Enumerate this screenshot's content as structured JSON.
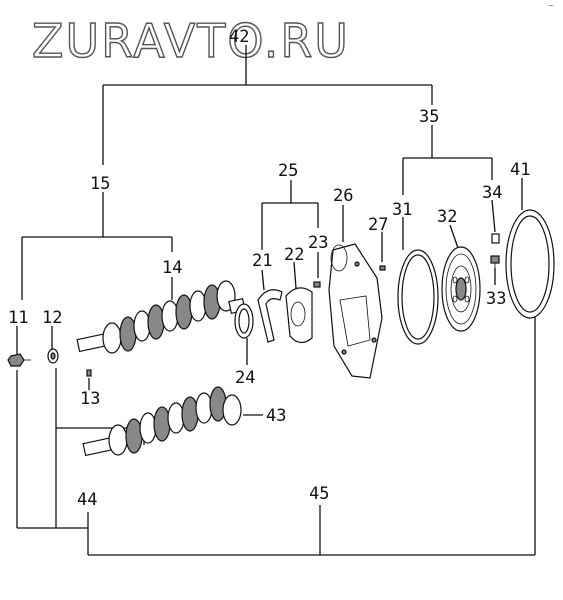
{
  "watermark": "ZURAVTO.RU",
  "corner_mark": "~",
  "callouts": {
    "c42": "42",
    "c35": "35",
    "c15": "15",
    "c25": "25",
    "c26": "26",
    "c27": "27",
    "c31": "31",
    "c32": "32",
    "c34": "34",
    "c41": "41",
    "c21": "21",
    "c22": "22",
    "c23": "23",
    "c14": "14",
    "c11": "11",
    "c12": "12",
    "c24": "24",
    "c33": "33",
    "c13": "13",
    "c43": "43",
    "c44": "44",
    "c45": "45"
  }
}
